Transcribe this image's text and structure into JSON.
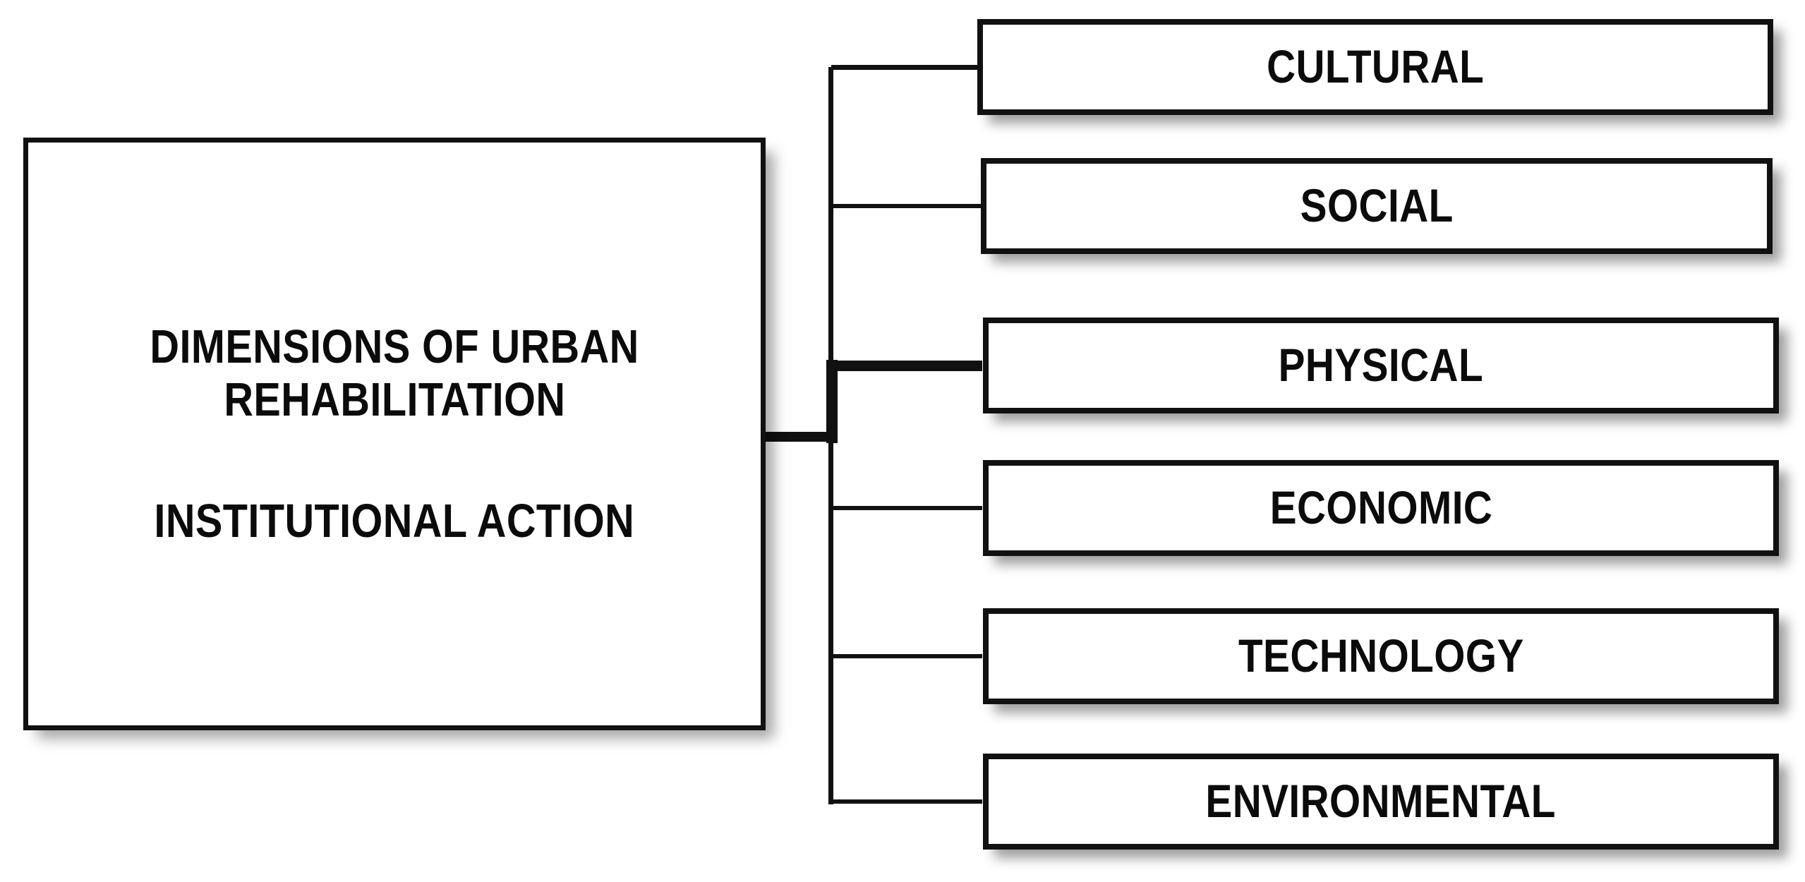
{
  "diagram": {
    "type": "tree-hierarchy",
    "orientation": "left-to-right",
    "background_color": "#ffffff",
    "line_color": "#111111",
    "text_color": "#0b0b0b",
    "root": {
      "line_1": "DIMENSIONS OF URBAN",
      "line_2": "REHABILITATION",
      "line_3": "INSTITUTIONAL ACTION"
    },
    "branches": [
      {
        "label": "CULTURAL",
        "emphasized": false
      },
      {
        "label": "SOCIAL",
        "emphasized": false
      },
      {
        "label": "PHYSICAL",
        "emphasized": true
      },
      {
        "label": "ECONOMIC",
        "emphasized": false
      },
      {
        "label": "TECHNOLOGY",
        "emphasized": false
      },
      {
        "label": "ENVIRONMENTAL",
        "emphasized": false
      }
    ]
  }
}
